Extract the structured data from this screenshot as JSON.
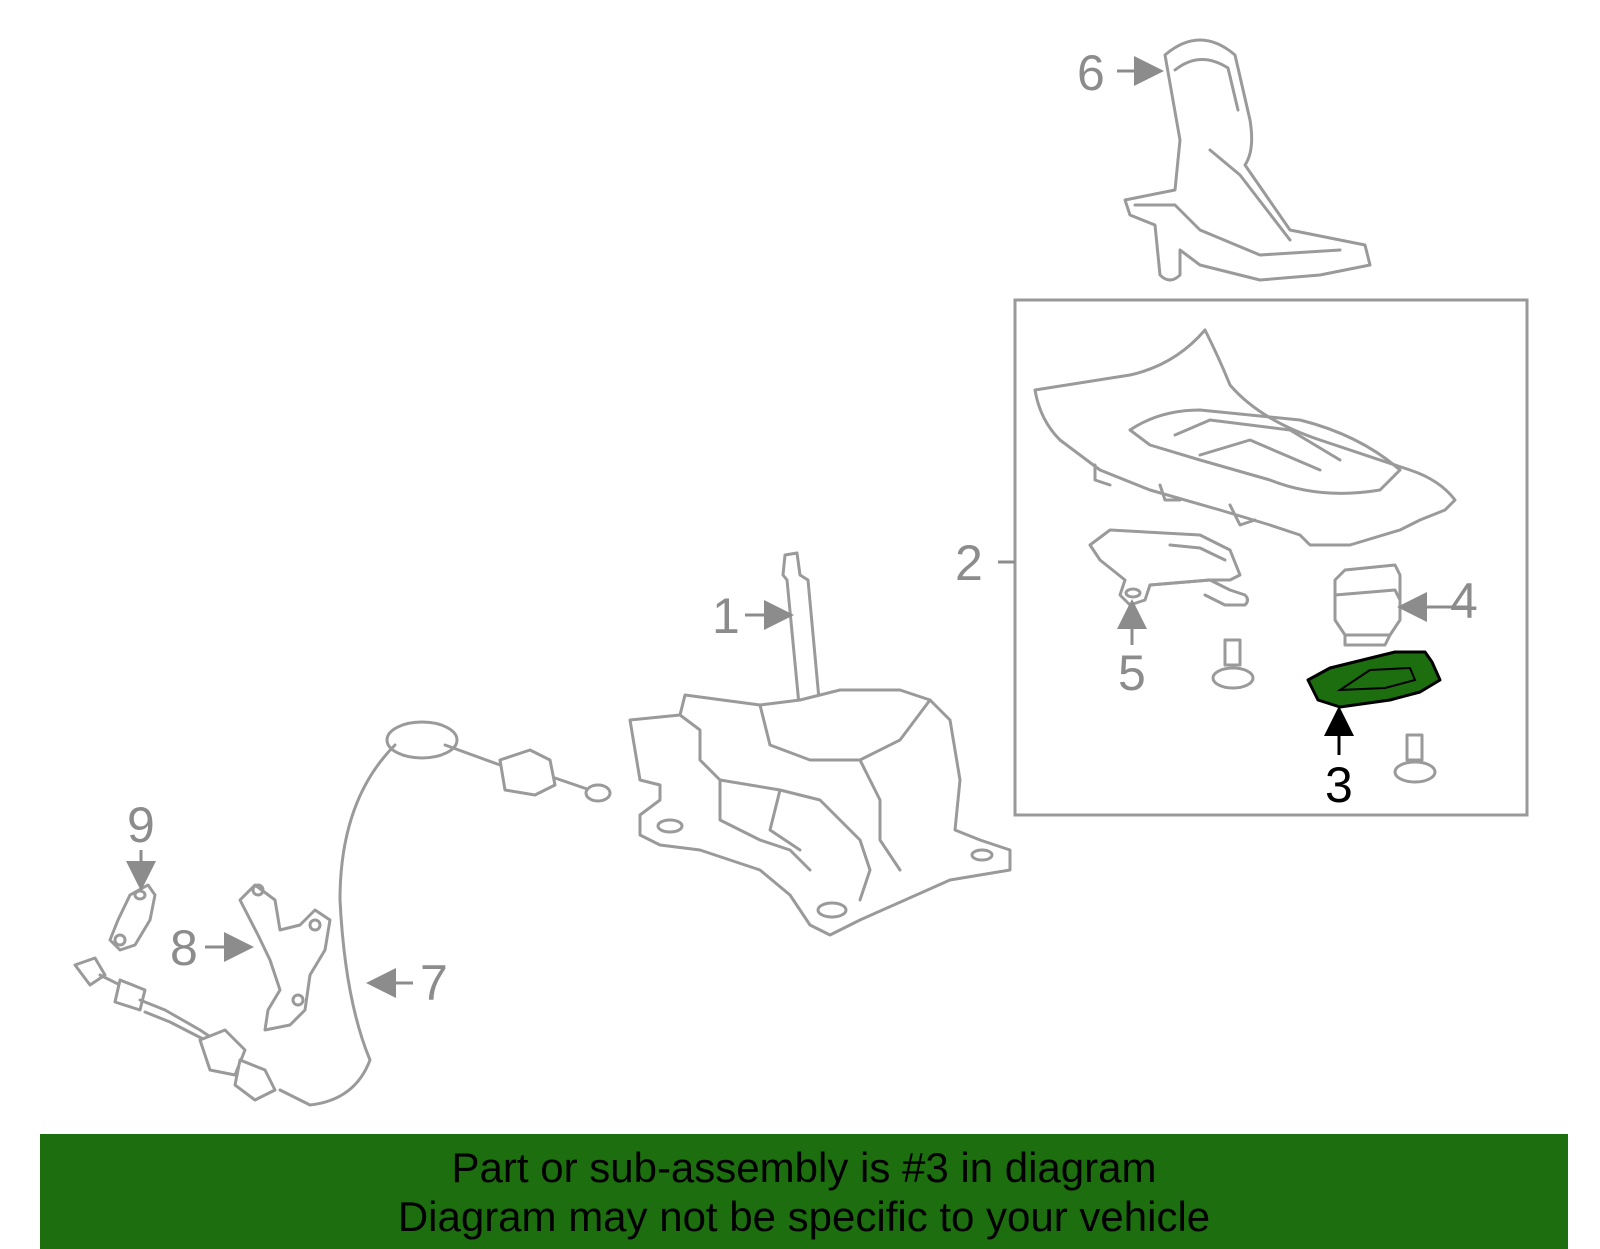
{
  "diagram": {
    "callouts": [
      {
        "id": "1",
        "label": "1"
      },
      {
        "id": "2",
        "label": "2"
      },
      {
        "id": "3",
        "label": "3"
      },
      {
        "id": "4",
        "label": "4"
      },
      {
        "id": "5",
        "label": "5"
      },
      {
        "id": "6",
        "label": "6"
      },
      {
        "id": "7",
        "label": "7"
      },
      {
        "id": "8",
        "label": "8"
      },
      {
        "id": "9",
        "label": "9"
      }
    ],
    "highlighted_part": "3",
    "highlight_color": "#1c6e0f"
  },
  "banner": {
    "line1": "Part or sub-assembly is #3 in diagram",
    "line2": "Diagram may not be specific to your vehicle",
    "background_color": "#1c6e0f"
  }
}
